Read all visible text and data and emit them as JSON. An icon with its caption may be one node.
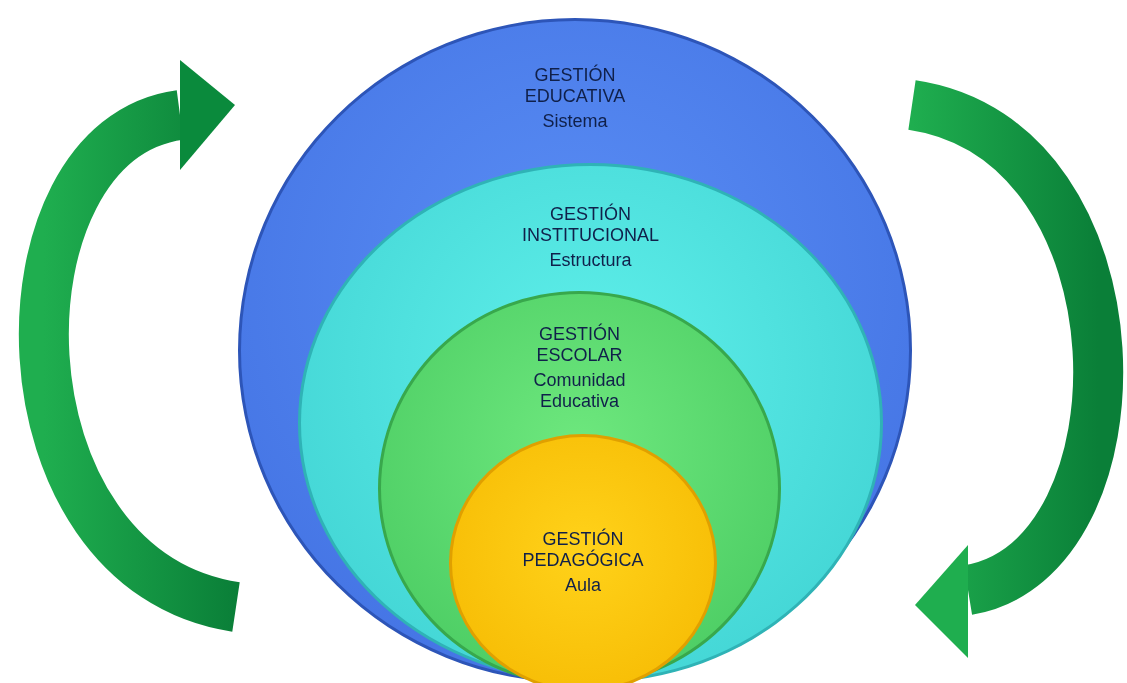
{
  "diagram": {
    "nodes": [
      {
        "text": [
          "GESTIÓN EDUCATIVA",
          "Sistema"
        ]
      },
      {
        "text": [
          "GESTIÓN INSTITUCIONAL",
          "Estructura"
        ],
        "in": 0
      },
      {
        "text": [
          "GESTIÓN ESCOLAR",
          "Comunidad Educativa"
        ],
        "in": 1
      },
      {
        "text": [
          "GESTIÓN PEDAGÓGICA",
          "Aula"
        ],
        "in": 2
      }
    ]
  }
}
